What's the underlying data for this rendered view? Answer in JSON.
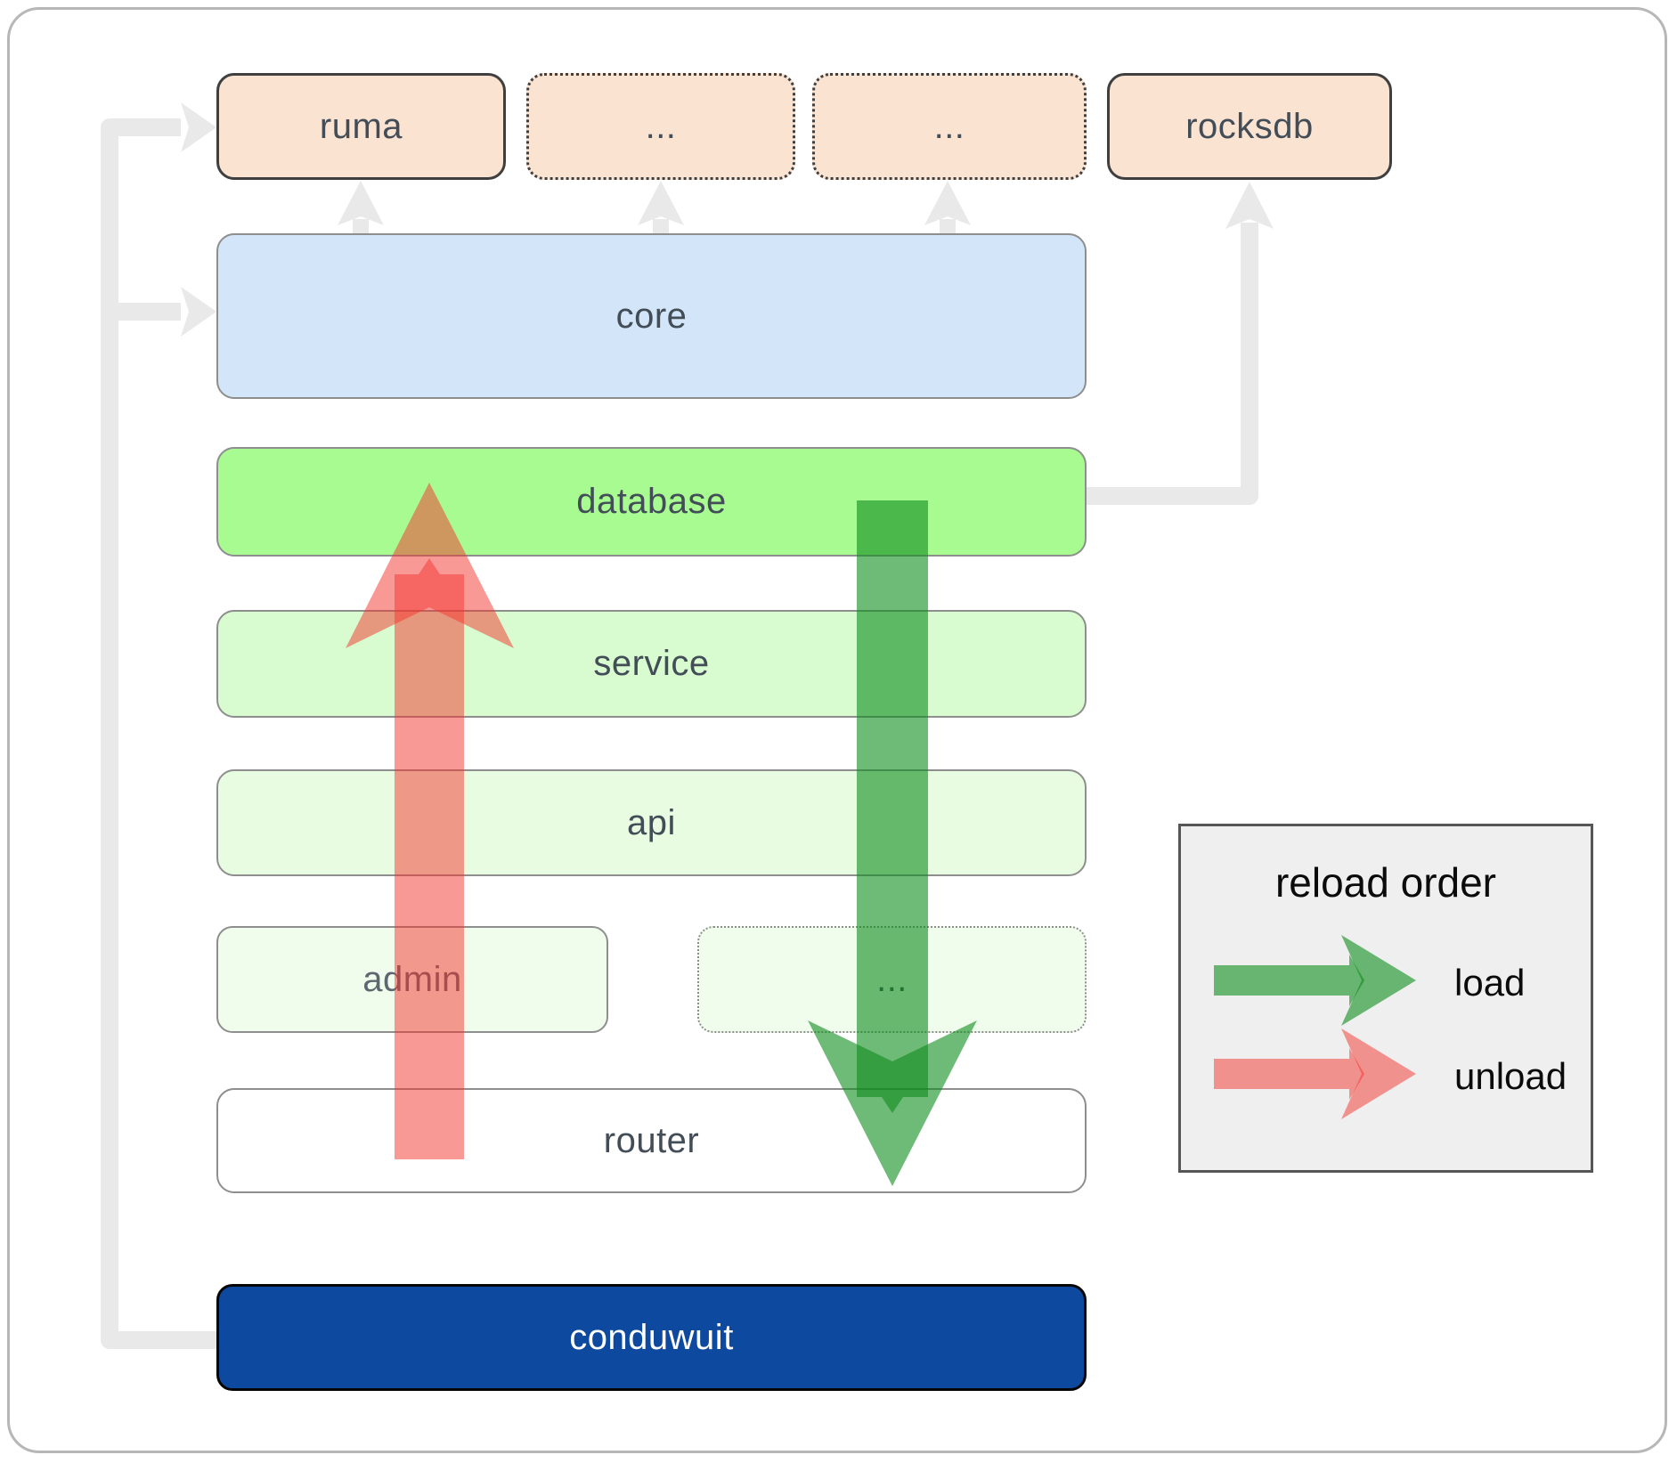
{
  "boxes": {
    "ruma": "ruma",
    "ellipsis1": "...",
    "ellipsis2": "...",
    "rocksdb": "rocksdb",
    "core": "core",
    "database": "database",
    "service": "service",
    "api": "api",
    "admin": "admin",
    "ellipsis3": "...",
    "router": "router",
    "conduwuit": "conduwuit"
  },
  "legend": {
    "title": "reload order",
    "load": "load",
    "unload": "unload"
  },
  "colors": {
    "peach": "#fbe3d2",
    "blue_core": "#d3e5f8",
    "green_database": "#a7fb91",
    "green_service": "#d8fccf",
    "green_api": "#e8fce1",
    "green_faint": "#f1fdec",
    "white_router": "#ffffff",
    "navy_conduwuit": "#0d4a9f",
    "legend_bg": "#efefef",
    "connector_gray": "#e9e9e9",
    "border_dark": "#3f3f3f",
    "border_gray": "#8e8e8e",
    "text_dark": "#424d57",
    "arrow_green": "rgba(13,140,28,0.6)",
    "arrow_red": "rgba(243,51,45,0.5)"
  }
}
